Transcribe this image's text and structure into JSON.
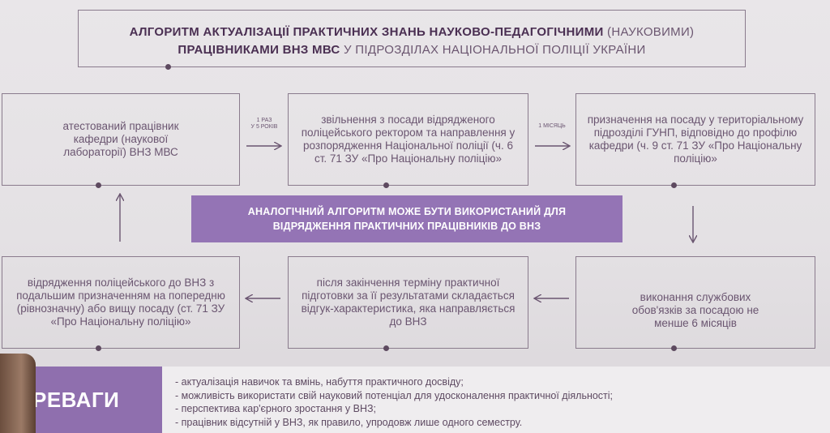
{
  "title": {
    "line1_bold": "АЛГОРИТМ АКТУАЛІЗАЦІЇ ПРАКТИЧНИХ ЗНАНЬ НАУКОВО-ПЕДАГОГІЧНИМИ",
    "line1_normal": "(НАУКОВИМИ)",
    "line2_bold": "ПРАЦІВНИКАМИ ВНЗ МВС",
    "line2_normal": "У ПІДРОЗДІЛАХ НАЦІОНАЛЬНОЇ ПОЛІЦІЇ УКРАЇНИ"
  },
  "boxes": {
    "b1": "атестований працівник кафедри (наукової лабораторії) ВНЗ МВС",
    "b2": "звільнення з посади відрядженого поліцейського ректором та направлення у розпорядження Національної поліції (ч. 6 ст. 71 ЗУ «Про Національну поліцію»",
    "b3": "призначення на посаду у територіальному підрозділі ГУНП, відповідно до профілю кафедри (ч. 9 ст. 71 ЗУ «Про Національну поліцію»",
    "b4": "виконання службових обов'язків за посадою не менше 6 місяців",
    "b5": "після закінчення терміну практичної підготовки за її результатами складається відгук-характеристика, яка направляється до ВНЗ",
    "b6": "відрядження поліцейського до ВНЗ з подальшим призначенням на попередню (рівнозначну) або вищу посаду (ст. 71 ЗУ «Про Національну поліцію»"
  },
  "arrow_labels": {
    "a1_line1": "1 РАЗ",
    "a1_line2": "У 5 РОКІВ",
    "a2": "1 МІСЯЦЬ"
  },
  "banner": {
    "line1": "АНАЛОГІЧНИЙ АЛГОРИТМ МОЖЕ БУТИ ВИКОРИСТАНИЙ ДЛЯ",
    "line2": "ВІДРЯДЖЕННЯ ПРАКТИЧНИХ ПРАЦІВНИКІВ ДО ВНЗ"
  },
  "advantages": {
    "title": "РЕВАГИ",
    "items": [
      "- актуалізація навичок та вмінь, набуття практичного досвіду;",
      "- можливість використати свій науковий потенціал для удосконалення  практичної діяльності;",
      "- перспектива кар'єрного зростання у ВНЗ;",
      "- працівник відсутній у ВНЗ, як правило,  упродовж лише одного семестру."
    ]
  },
  "colors": {
    "accent_purple": "#9474b5",
    "border": "#8a7b8d",
    "text": "#6a5570"
  }
}
